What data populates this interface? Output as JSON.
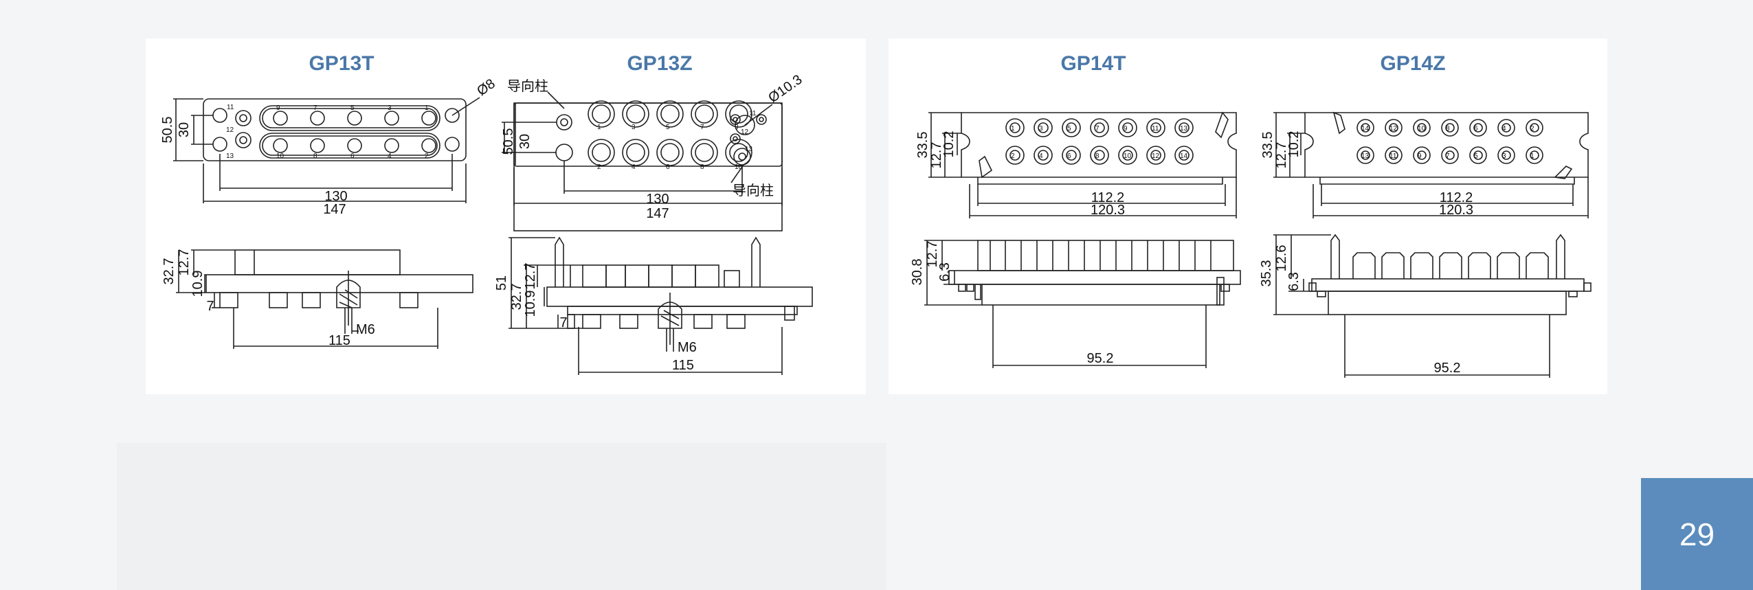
{
  "page_number": "29",
  "colors": {
    "title": "#4a78a8",
    "badge": "#5b8cbd",
    "line": "#222222"
  },
  "connectors": {
    "gp13t": {
      "title": "GP13T",
      "front": {
        "height": "50.5",
        "inner": "30",
        "hole": "Ø8",
        "width_inner": "130",
        "width_outer": "147",
        "pins_top": [
          "9",
          "7",
          "5",
          "3",
          "1"
        ],
        "pins_bottom": [
          "10",
          "8",
          "6",
          "4",
          "2"
        ],
        "side_pins": [
          "11",
          "12",
          "13"
        ]
      },
      "side": {
        "h_total": "32.7",
        "h_top": "12.7",
        "h_mid": "10.9",
        "h_bottom": "7",
        "thread": "M6",
        "width": "115"
      }
    },
    "gp13z": {
      "title": "GP13Z",
      "front": {
        "guide_top": "导向柱",
        "guide_bottom": "导向柱",
        "height": "50.5",
        "inner": "30",
        "hole": "Ø10.3",
        "width_inner": "130",
        "width_outer": "147",
        "pins_top": [
          "1",
          "3",
          "5",
          "7",
          "9"
        ],
        "pins_bottom": [
          "2",
          "4",
          "6",
          "8",
          "10"
        ],
        "side_pins": [
          "11",
          "12",
          "13"
        ]
      },
      "side": {
        "h_total": "51",
        "h_mid1": "32.7",
        "h_top": "12.7",
        "h_mid2": "10.9",
        "h_bottom": "7",
        "thread": "M6",
        "width": "115"
      }
    },
    "gp14t": {
      "title": "GP14T",
      "front": {
        "h_total": "33.5",
        "h_mid": "12.7",
        "h_inner": "10.2",
        "width_inner": "112.2",
        "width_outer": "120.3",
        "pins_top": [
          "1",
          "3",
          "5",
          "7",
          "9",
          "11",
          "13"
        ],
        "pins_bottom": [
          "2",
          "4",
          "6",
          "8",
          "10",
          "12",
          "14"
        ]
      },
      "side": {
        "h_total": "30.8",
        "h_top": "12.7",
        "h_bottom": "6.3",
        "width": "95.2"
      }
    },
    "gp14z": {
      "title": "GP14Z",
      "front": {
        "h_total": "33.5",
        "h_mid": "12.7",
        "h_inner": "10.2",
        "width_inner": "112.2",
        "width_outer": "120.3",
        "pins_top": [
          "14",
          "12",
          "10",
          "8",
          "6",
          "4",
          "2"
        ],
        "pins_bottom": [
          "13",
          "11",
          "9",
          "7",
          "5",
          "3",
          "1"
        ]
      },
      "side": {
        "h_total": "35.3",
        "h_top": "12.6",
        "h_bottom": "6.3",
        "width": "95.2"
      }
    }
  }
}
